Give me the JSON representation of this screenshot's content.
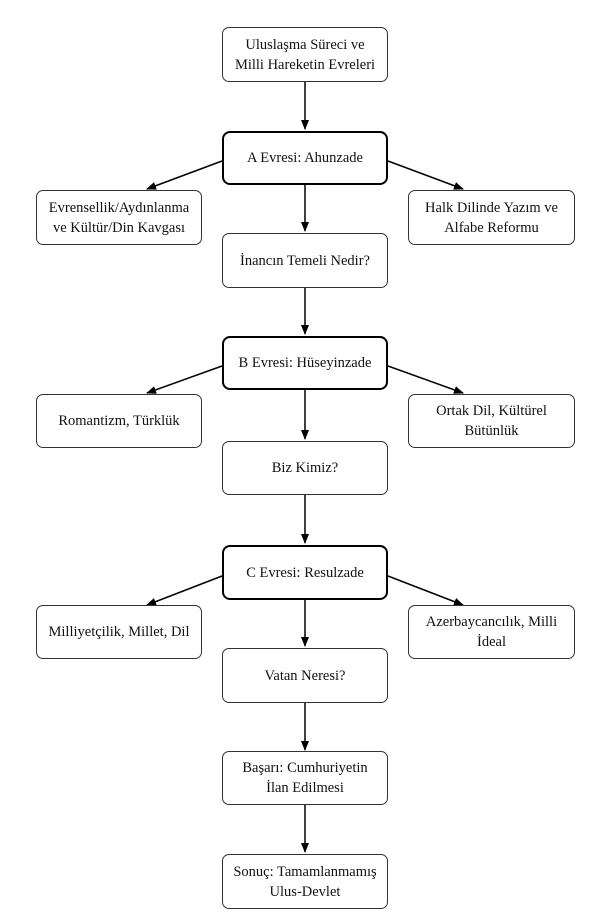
{
  "nodes": {
    "title": "Uluslaşma Süreci ve\nMilli Hareketin Evreleri",
    "phase_a": "A Evresi: Ahunzade",
    "phase_a_left": "Evrensellik/Aydınlanma\nve Kültür/Din Kavgası",
    "phase_a_right": "Halk Dilinde Yazım ve\nAlfabe Reformu",
    "question_a": "İnancın Temeli Nedir?",
    "phase_b": "B Evresi: Hüseyinzade",
    "phase_b_left": "Romantizm, Türklük",
    "phase_b_right": "Ortak Dil, Kültürel\nBütünlük",
    "question_b": "Biz Kimiz?",
    "phase_c": "C Evresi: Resulzade",
    "phase_c_left": "Milliyetçilik, Millet, Dil",
    "phase_c_right": "Azerbaycancılık, Milli\nİdeal",
    "question_c": "Vatan Neresi?",
    "success": "Başarı: Cumhuriyetin\nİlan Edilmesi",
    "result": "Sonuç: Tamamlanmamış\nUlus-Devlet"
  }
}
